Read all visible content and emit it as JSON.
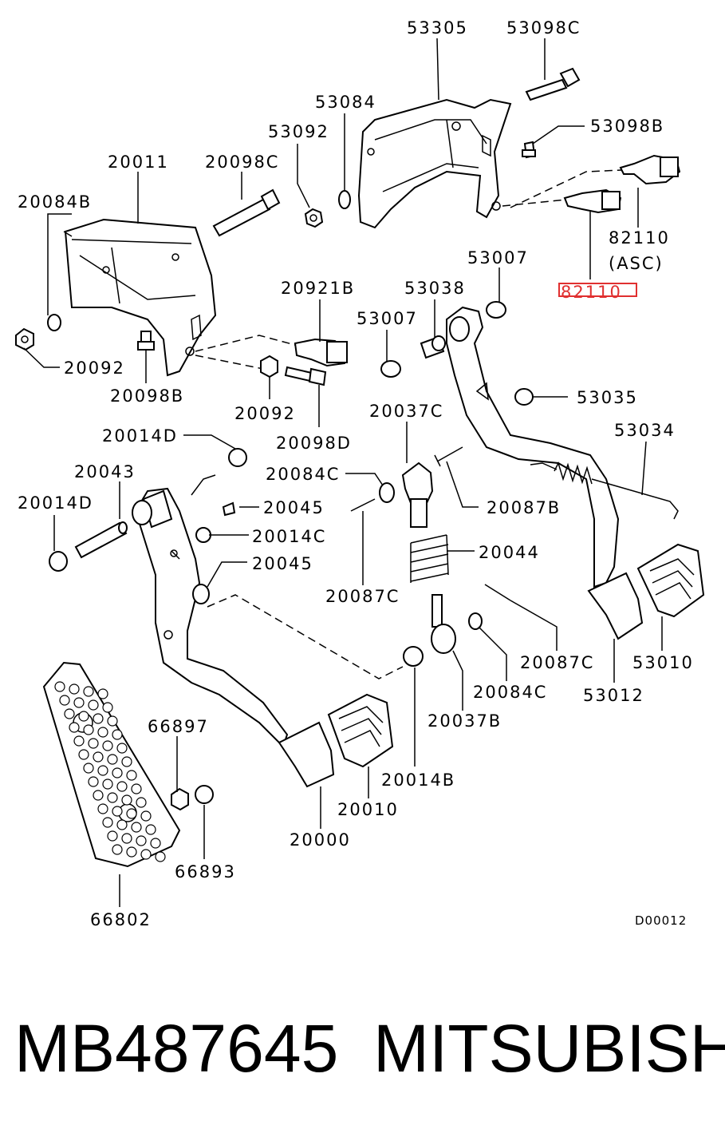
{
  "labels": {
    "p53305": "53305",
    "p53098C": "53098C",
    "p53084": "53084",
    "p53092": "53092",
    "p53098B": "53098B",
    "p20011": "20011",
    "p20098C": "20098C",
    "p20084B": "20084B",
    "p82110_asc_a": "82110",
    "p82110_asc_b": "(ASC)",
    "p82110": "82110",
    "p53007a": "53007",
    "p20921B": "20921B",
    "p53038": "53038",
    "p53007b": "53007",
    "p20092a": "20092",
    "p20098B": "20098B",
    "p20092b": "20092",
    "p20098D": "20098D",
    "p53035": "53035",
    "p20037C": "20037C",
    "p53034": "53034",
    "p20014Da": "20014D",
    "p20084Ca": "20084C",
    "p20043": "20043",
    "p20087Ba": "20087B",
    "p20045a": "20045",
    "p20014Db": "20014D",
    "p20014C": "20014C",
    "p20044": "20044",
    "p20045b": "20045",
    "p20087Ca": "20087C",
    "p20087Cb": "20087C",
    "p53010": "53010",
    "p20084Cb": "20084C",
    "p53012": "53012",
    "p20037B": "20037B",
    "p66897": "66897",
    "p20014B": "20014B",
    "p20010": "20010",
    "p20000": "20000",
    "p66893": "66893",
    "p66802": "66802",
    "diagram_code": "D00012"
  },
  "footer": {
    "part_number": "MB487645",
    "brand": "MITSUBISHI"
  },
  "highlight_color": "#e03030"
}
